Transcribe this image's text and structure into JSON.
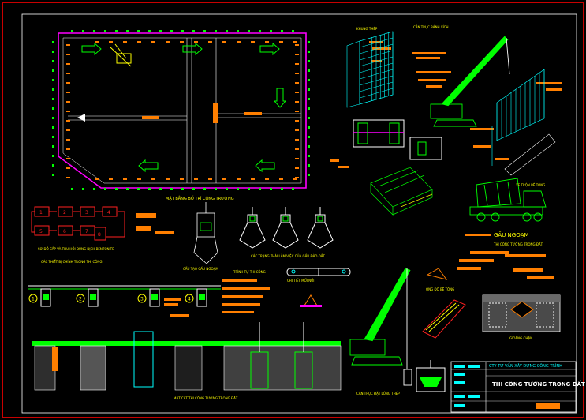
{
  "colors": {
    "background": "#000000",
    "border": "#c80000",
    "frame": "#ffffff",
    "green": "#00ff00",
    "magenta": "#ff00ff",
    "orange": "#ff7f00",
    "yellow": "#ffff00",
    "cyan": "#00ffff",
    "red": "#ff2020"
  },
  "labels": {
    "site_plan": "MẶT BẰNG BỐ TRÍ CÔNG TRƯỜNG",
    "scaffold": "KHUNG THÉP",
    "crane_top": "CẦN TRỤC BÁNH XÍCH",
    "mixer": "XE TRỘN BÊ TÔNG",
    "flow": "SƠ ĐỒ CẤP VÀ THU HỒI DUNG DỊCH BENTONITE",
    "flow_sub": "CÁC THIẾT BỊ CHÍNH TRONG THI CÔNG",
    "grab": "GẦU NGOẠM",
    "grab_sub": "THI CÔNG TƯỜNG TRONG ĐẤT",
    "clamshell": "CẤU TẠO GẦU NGOẠM",
    "grab_open": "CÁC TRẠNG THÁI LÀM VIỆC CỦA GẦU ĐÀO ĐẤT",
    "joint": "CHI TIẾT MỐI NỐI",
    "panel_seq": "TRÌNH TỰ THI CÔNG",
    "section": "MẶT CẮT THI CÔNG TƯỜNG TRONG ĐẤT",
    "crane_bottom": "CẦN TRỤC ĐẶT LỒNG THÉP",
    "pipe": "ỐNG ĐỔ BÊ TÔNG",
    "stop_end": "GIOĂNG CHẶN"
  },
  "title_block": {
    "company": "CTY TƯ VẤN XÂY DỰNG CÔNG TRÌNH",
    "project_title": "THI CÔNG TƯỜNG TRONG ĐẤT"
  },
  "flow_numbers": [
    "1",
    "2",
    "3",
    "4",
    "5",
    "6",
    "7",
    "8"
  ],
  "stage_numbers": [
    "1",
    "2",
    "3",
    "4"
  ]
}
